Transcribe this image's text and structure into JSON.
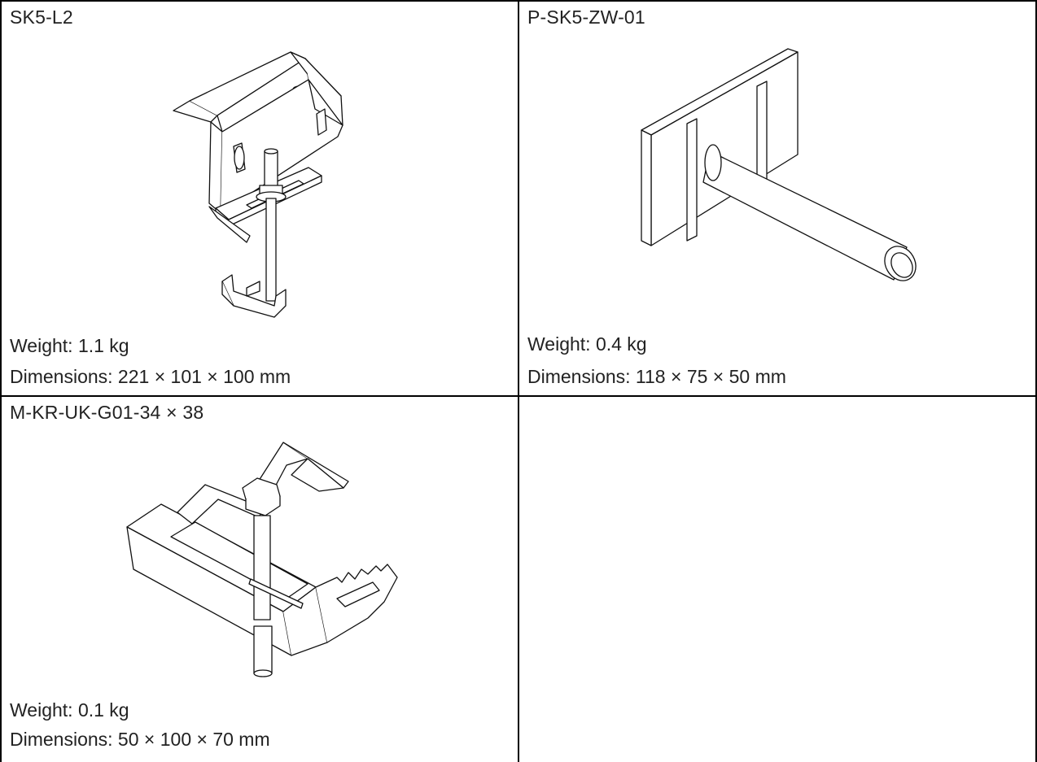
{
  "products": [
    {
      "code": "SK5-L2",
      "weight": "Weight: 1.1 kg",
      "dimensions": "Dimensions: 221 × 101 × 100 mm",
      "icon": "sk5-l2-hanger-bracket-drawing"
    },
    {
      "code": "P-SK5-ZW-01",
      "weight": "Weight: 0.4 kg",
      "dimensions": "Dimensions: 118 × 75 × 50 mm",
      "icon": "p-sk5-zw-01-plate-pin-drawing"
    },
    {
      "code": "M-KR-UK-G01-34 × 38",
      "weight": "Weight: 0.1 kg",
      "dimensions": "Dimensions: 50 × 100 × 70 mm",
      "icon": "m-kr-uk-g01-clamp-drawing"
    }
  ]
}
